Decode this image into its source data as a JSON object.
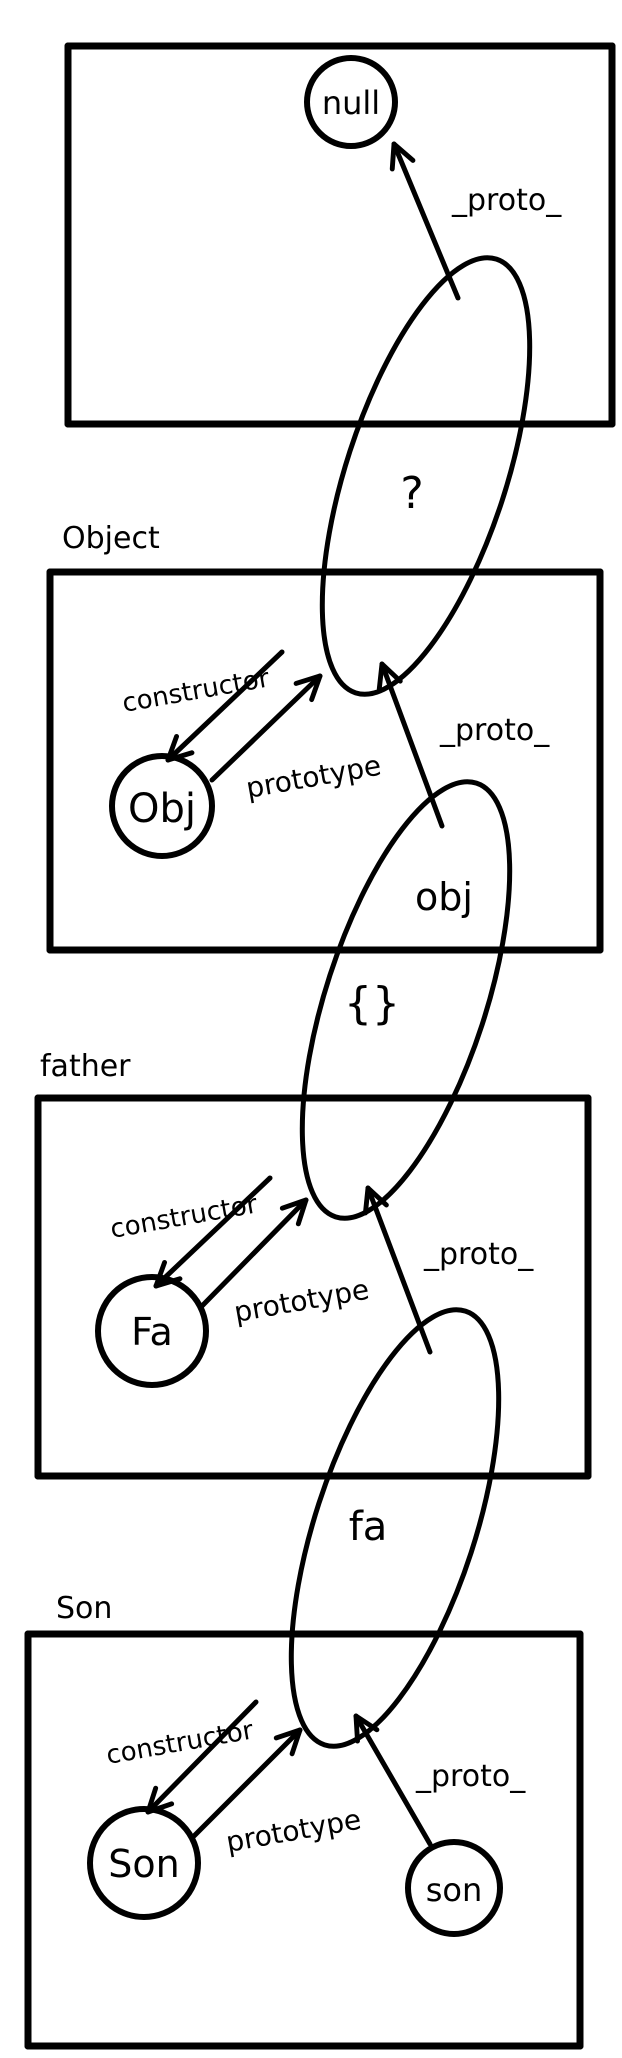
{
  "boxes": {
    "object_label": "Object",
    "father_label": "father",
    "son_label": "Son"
  },
  "nodes": {
    "null": "null",
    "unknown": "?",
    "obj_ctor": "Obj",
    "obj_instance": "obj",
    "empty_object": "{}",
    "fa_ctor": "Fa",
    "fa_instance": "fa",
    "son_ctor": "Son",
    "son_instance": "son"
  },
  "edges": {
    "proto": "_proto_",
    "constructor": "constructor",
    "prototype": "prototype"
  }
}
